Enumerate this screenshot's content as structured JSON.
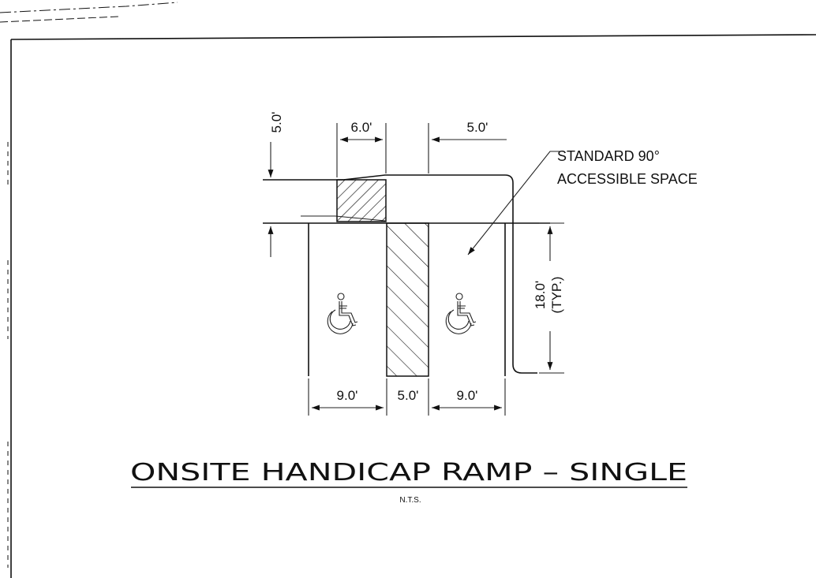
{
  "title": "ONSITE HANDICAP RAMP – SINGLE",
  "scale_note": "N.T.S.",
  "callout": {
    "line1": "STANDARD 90°",
    "line2": "ACCESSIBLE SPACE"
  },
  "dimensions": {
    "ramp_depth": "5.0'",
    "ramp_width": "6.0'",
    "offset": "5.0'",
    "space_length": "18.0'",
    "space_length_note": "(TYP.)",
    "space_width_left": "9.0'",
    "aisle_width": "5.0'",
    "space_width_right": "9.0'"
  },
  "symbols": [
    "wheelchair-icon",
    "wheelchair-icon"
  ],
  "colors": {
    "ink": "#111111",
    "paper": "#ffffff"
  }
}
